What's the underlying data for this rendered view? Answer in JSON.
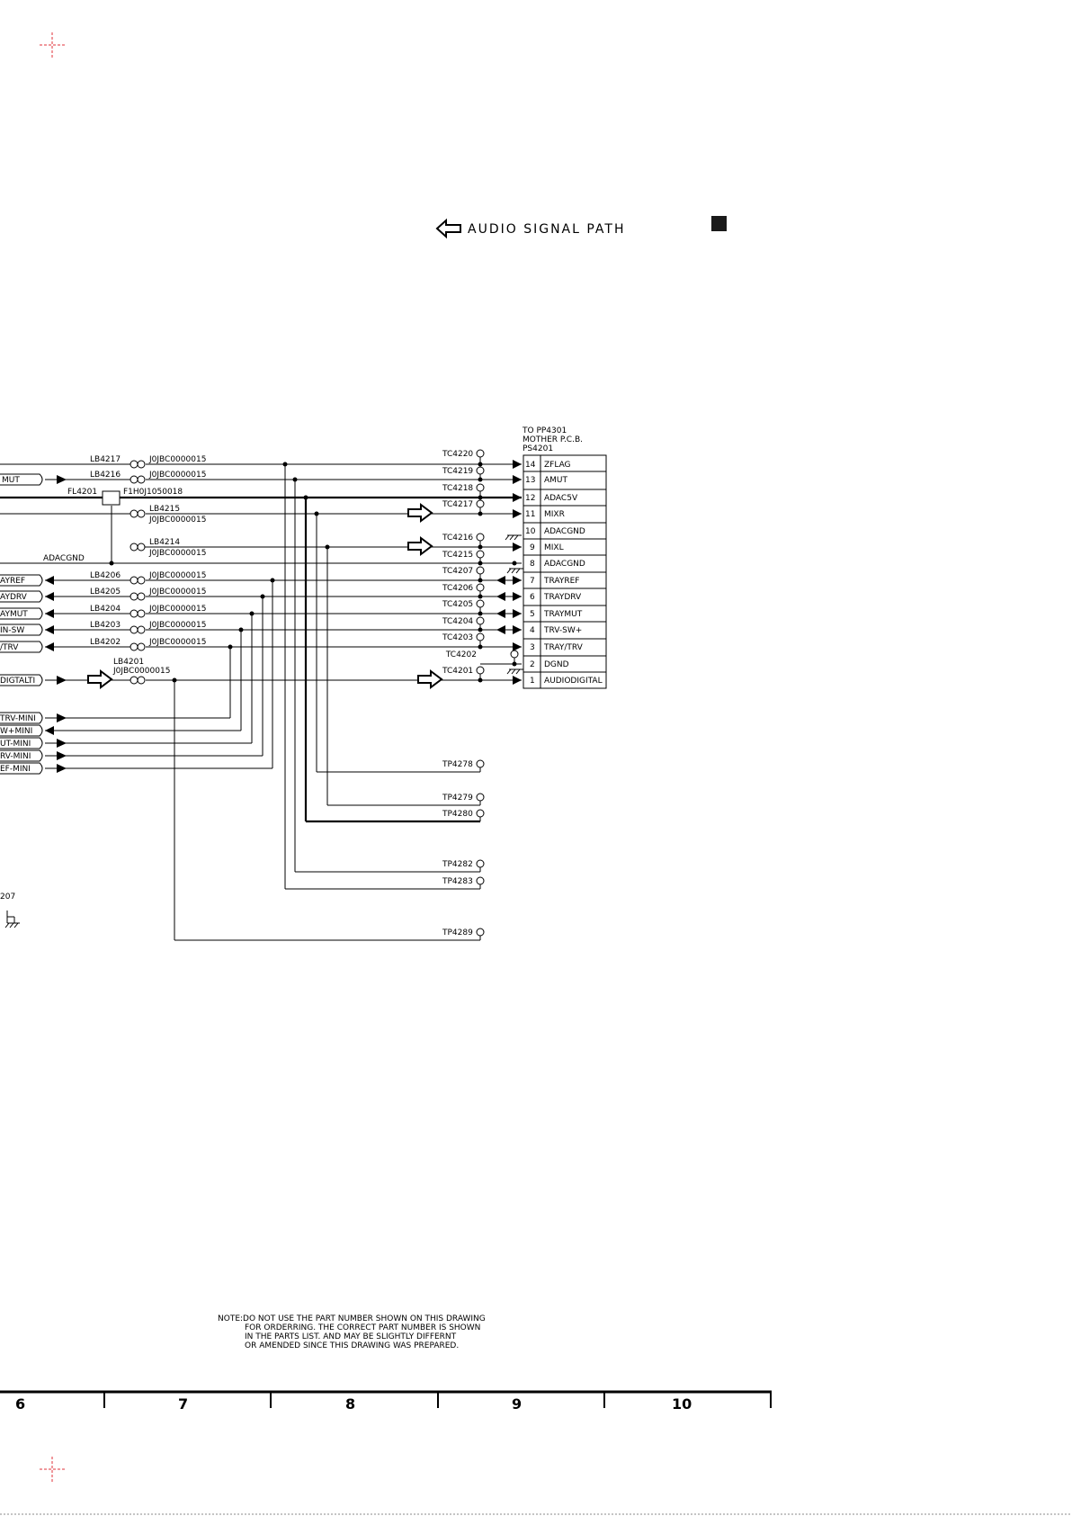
{
  "legend": {
    "label": "AUDIO SIGNAL PATH"
  },
  "connector": {
    "title_lines": [
      "TO PP4301",
      "MOTHER P.C.B.",
      "PS4201"
    ],
    "pins": [
      {
        "num": "14",
        "name": "ZFLAG"
      },
      {
        "num": "13",
        "name": "AMUT"
      },
      {
        "num": "12",
        "name": "ADAC5V"
      },
      {
        "num": "11",
        "name": "MIXR"
      },
      {
        "num": "10",
        "name": "ADACGND"
      },
      {
        "num": "9",
        "name": "MIXL"
      },
      {
        "num": "8",
        "name": "ADACGND"
      },
      {
        "num": "7",
        "name": "TRAYREF"
      },
      {
        "num": "6",
        "name": "TRAYDRV"
      },
      {
        "num": "5",
        "name": "TRAYMUT"
      },
      {
        "num": "4",
        "name": "TRV-SW+"
      },
      {
        "num": "3",
        "name": "TRAY/TRV"
      },
      {
        "num": "2",
        "name": "DGND"
      },
      {
        "num": "1",
        "name": "AUDIODIGITAL"
      }
    ]
  },
  "test_points_tc": [
    "TC4220",
    "TC4219",
    "TC4218",
    "TC4217",
    "TC4216",
    "TC4215",
    "TC4207",
    "TC4206",
    "TC4205",
    "TC4204",
    "TC4203",
    "TC4202",
    "TC4201"
  ],
  "test_points_tp": [
    "TP4278",
    "TP4279",
    "TP4280",
    "TP4282",
    "TP4283",
    "TP4289"
  ],
  "beads": [
    {
      "ref": "LB4217",
      "part": "J0JBC0000015"
    },
    {
      "ref": "LB4216",
      "part": "J0JBC0000015"
    },
    {
      "ref": "LB4215",
      "part": "J0JBC0000015"
    },
    {
      "ref": "LB4214",
      "part": "J0JBC0000015"
    },
    {
      "ref": "LB4206",
      "part": "J0JBC0000015"
    },
    {
      "ref": "LB4205",
      "part": "J0JBC0000015"
    },
    {
      "ref": "LB4204",
      "part": "J0JBC0000015"
    },
    {
      "ref": "LB4203",
      "part": "J0JBC0000015"
    },
    {
      "ref": "LB4202",
      "part": "J0JBC0000015"
    },
    {
      "ref": "LB4201",
      "part": "J0JBC0000015"
    }
  ],
  "filter": {
    "ref": "FL4201",
    "part": "F1H0J1050018"
  },
  "net_labels": {
    "adacgnd": "ADACGND",
    "left_tags": [
      "MUT",
      "AYREF",
      "AYDRV",
      "AYMUT",
      "IN-SW",
      "/TRV",
      "DIGTALTI"
    ],
    "mini_tags": [
      "TRV-MINI",
      "W+MINI",
      "UT-MINI",
      "RV-MINI",
      "EF-MINI"
    ],
    "cut_ref": "207"
  },
  "note": {
    "lines": [
      "NOTE:DO NOT USE THE PART NUMBER SHOWN ON THIS DRAWING",
      "FOR ORDERRING. THE CORRECT PART NUMBER IS SHOWN",
      "IN THE PARTS LIST. AND MAY BE SLIGHTLY DIFFERNT",
      "OR AMENDED SINCE THIS DRAWING WAS PREPARED."
    ]
  },
  "zones": [
    "6",
    "7",
    "8",
    "9",
    "10"
  ]
}
